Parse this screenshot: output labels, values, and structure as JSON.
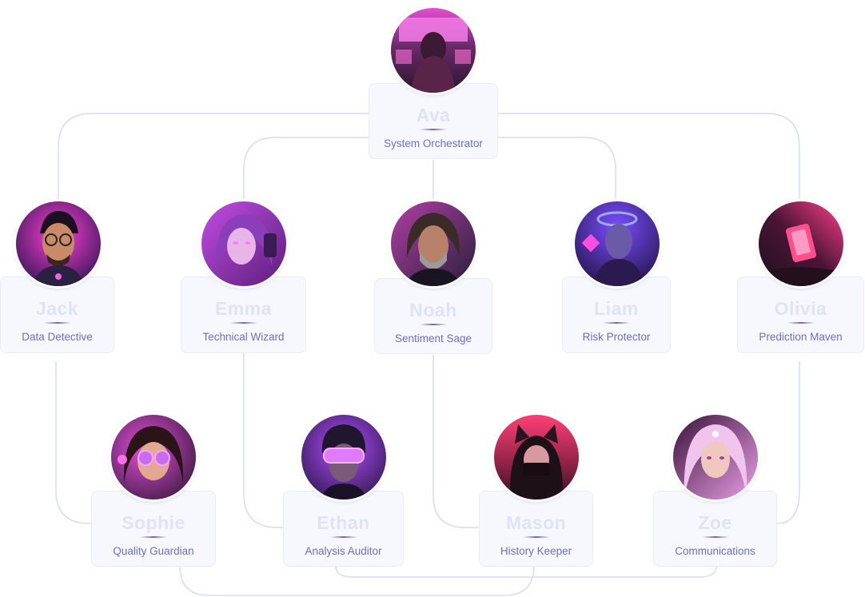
{
  "colors": {
    "connector": "#d6dcf2",
    "card_bg": "#f7f8fd",
    "name_text": "#dfe3f7",
    "role_text": "#6b6fc4",
    "accent": "#7a5ad8"
  },
  "agents": [
    {
      "id": "ava",
      "name": "Ava",
      "role": "System Orchestrator",
      "avatar_icon": "cyberpunk-woman-at-monitors-avatar",
      "avatar_bg": [
        "#3a1c3f",
        "#e34fd0"
      ]
    },
    {
      "id": "jack",
      "name": "Jack",
      "role": "Data Detective",
      "avatar_icon": "man-with-glasses-avatar",
      "avatar_bg": [
        "#2a1450",
        "#ff3fd5"
      ]
    },
    {
      "id": "emma",
      "name": "Emma",
      "role": "Technical Wizard",
      "avatar_icon": "purple-haired-woman-avatar",
      "avatar_bg": [
        "#5b1e78",
        "#c34ce6"
      ]
    },
    {
      "id": "noah",
      "name": "Noah",
      "role": "Sentiment Sage",
      "avatar_icon": "bearded-man-avatar",
      "avatar_bg": [
        "#2a1f3c",
        "#b03fa5"
      ]
    },
    {
      "id": "liam",
      "name": "Liam",
      "role": "Risk Protector",
      "avatar_icon": "cyborg-with-halo-avatar",
      "avatar_bg": [
        "#1e1240",
        "#7b4cff"
      ]
    },
    {
      "id": "olivia",
      "name": "Olivia",
      "role": "Prediction Maven",
      "avatar_icon": "glowing-device-avatar",
      "avatar_bg": [
        "#1d1020",
        "#ff3f8a"
      ]
    },
    {
      "id": "sophie",
      "name": "Sophie",
      "role": "Quality Guardian",
      "avatar_icon": "girl-with-round-glasses-avatar",
      "avatar_bg": [
        "#2e1533",
        "#e04fd8"
      ]
    },
    {
      "id": "ethan",
      "name": "Ethan",
      "role": "Analysis Auditor",
      "avatar_icon": "man-with-visor-avatar",
      "avatar_bg": [
        "#1a1030",
        "#b24dff"
      ]
    },
    {
      "id": "mason",
      "name": "Mason",
      "role": "History Keeper",
      "avatar_icon": "cat-eared-hood-avatar",
      "avatar_bg": [
        "#3b0f22",
        "#ff3f77"
      ]
    },
    {
      "id": "zoe",
      "name": "Zoe",
      "role": "Communications",
      "avatar_icon": "pink-haired-woman-avatar",
      "avatar_bg": [
        "#3a1238",
        "#e9a0e8"
      ]
    }
  ]
}
